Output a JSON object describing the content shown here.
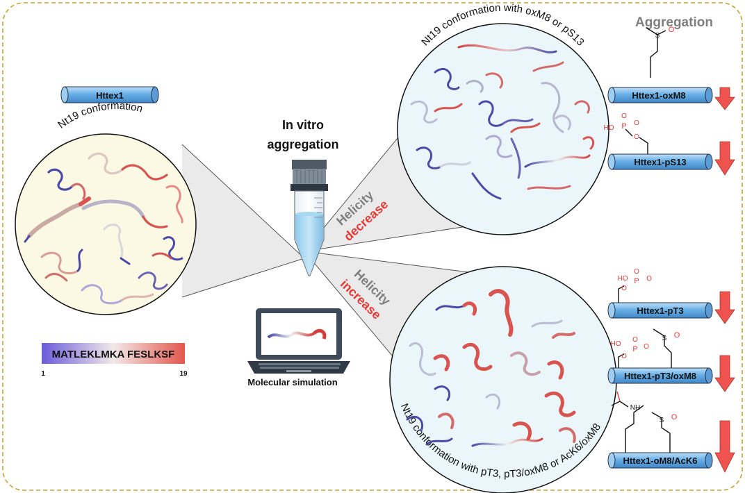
{
  "aggregation_header": "Aggregation",
  "httex1_label": "Httex1",
  "left_circle_title": "Nt19 conformation",
  "sequence": {
    "text": "MATLEKLMKA FESLKSF",
    "start": "1",
    "end": "19"
  },
  "center": {
    "aggregation_line1": "In vitro",
    "aggregation_line2": "aggregation",
    "simulation_label": "Molecular simulation"
  },
  "helicity_decrease": {
    "line1": "Helicity",
    "line2": "decrease"
  },
  "helicity_increase": {
    "line1": "Helicity",
    "line2": "increase"
  },
  "top_circle_title": "Nt19 conformation with oxM8 or pS13",
  "bottom_circle_title": "Nt19 conformation with pT3, pT3/oxM8 or AcK6/oxM8",
  "variants": [
    {
      "label": "Httex1-oxM8",
      "aggregation_change": "decrease"
    },
    {
      "label": "Httex1-pS13",
      "aggregation_change": "decrease"
    },
    {
      "label": "Httex1-pT3",
      "aggregation_change": "decrease"
    },
    {
      "label": "Httex1-pT3/oxM8",
      "aggregation_change": "decrease"
    },
    {
      "label": "Httex1-oM8/AcK6",
      "aggregation_change": "decrease"
    }
  ],
  "chem": {
    "S": "S",
    "O": "O",
    "P": "P",
    "HO": "HO",
    "NH": "NH"
  },
  "colors": {
    "border": "#c9a227",
    "left_circle_fill": "#fbf8e3",
    "right_circle_fill": "#eaf6f9",
    "cylinder_fill": "#6ab0e6",
    "arrow_fill": "#ef5350",
    "accent_red": "#e53935",
    "helicity_gray": "#7f7f7f",
    "helix_blue": "#4a4aa8",
    "helix_red": "#d9534f"
  }
}
